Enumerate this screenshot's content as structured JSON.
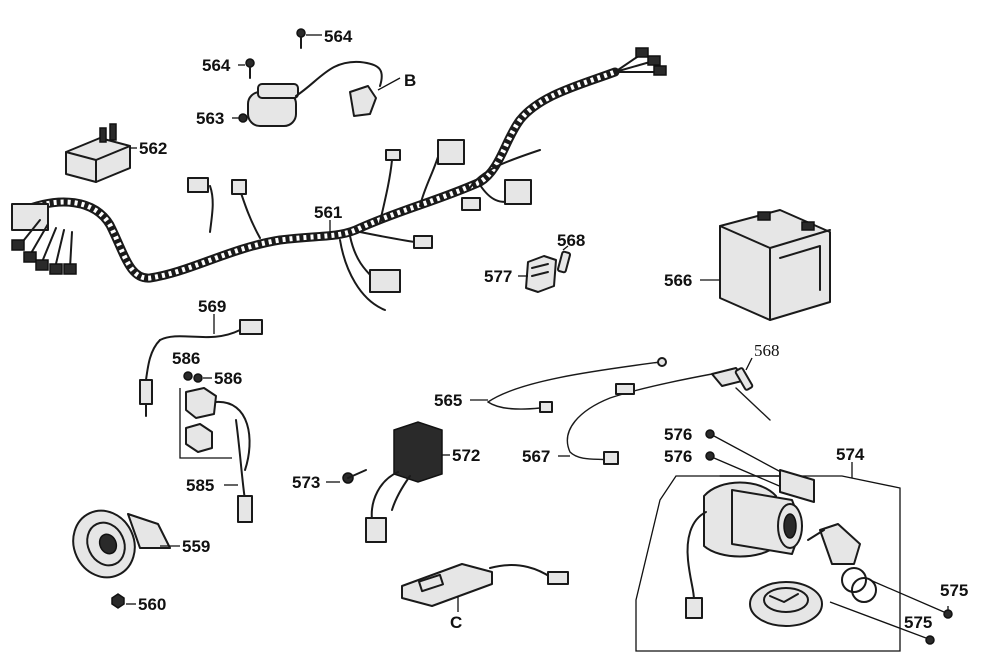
{
  "labels": {
    "p564a": "564",
    "p564b": "564",
    "pB": "B",
    "p563": "563",
    "p562": "562",
    "p561": "561",
    "p568a": "568",
    "p577": "577",
    "p566": "566",
    "p569": "569",
    "p586a": "586",
    "p586b": "586",
    "p568b": "568",
    "p565": "565",
    "p567": "567",
    "p576a": "576",
    "p576b": "576",
    "p574": "574",
    "p572": "572",
    "p573": "573",
    "p585": "585",
    "p559": "559",
    "p560": "560",
    "pC": "C",
    "p575a": "575",
    "p575b": "575"
  }
}
